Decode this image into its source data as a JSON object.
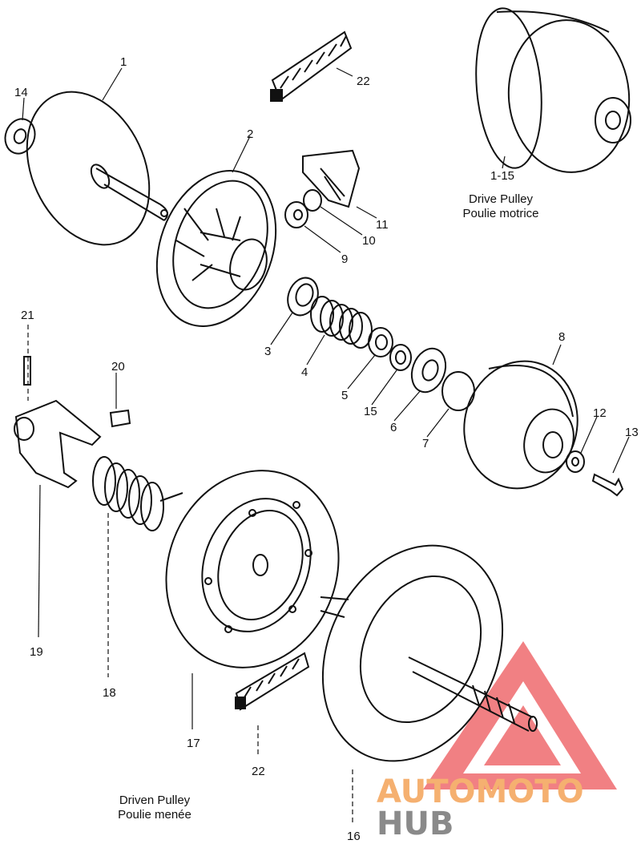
{
  "callouts": {
    "n1": "1",
    "n2": "2",
    "n3": "3",
    "n4": "4",
    "n5": "5",
    "n6": "6",
    "n7": "7",
    "n8": "8",
    "n9": "9",
    "n10": "10",
    "n11": "11",
    "n12": "12",
    "n13": "13",
    "n14": "14",
    "n15": "15",
    "n16": "16",
    "n17": "17",
    "n18": "18",
    "n19": "19",
    "n20": "20",
    "n21": "21",
    "n22a": "22",
    "n22b": "22",
    "n1_15": "1-15"
  },
  "captions": {
    "drive_en": "Drive Pulley",
    "drive_fr": "Poulie motrice",
    "driven_en": "Driven Pulley",
    "driven_fr": "Poulie menée"
  },
  "watermark": {
    "part1": "AUTOMOTO",
    "part2": "HUB",
    "color_orange": "#f5b070",
    "color_grey": "#8a8a8a",
    "triangle_color": "#e8555a"
  }
}
